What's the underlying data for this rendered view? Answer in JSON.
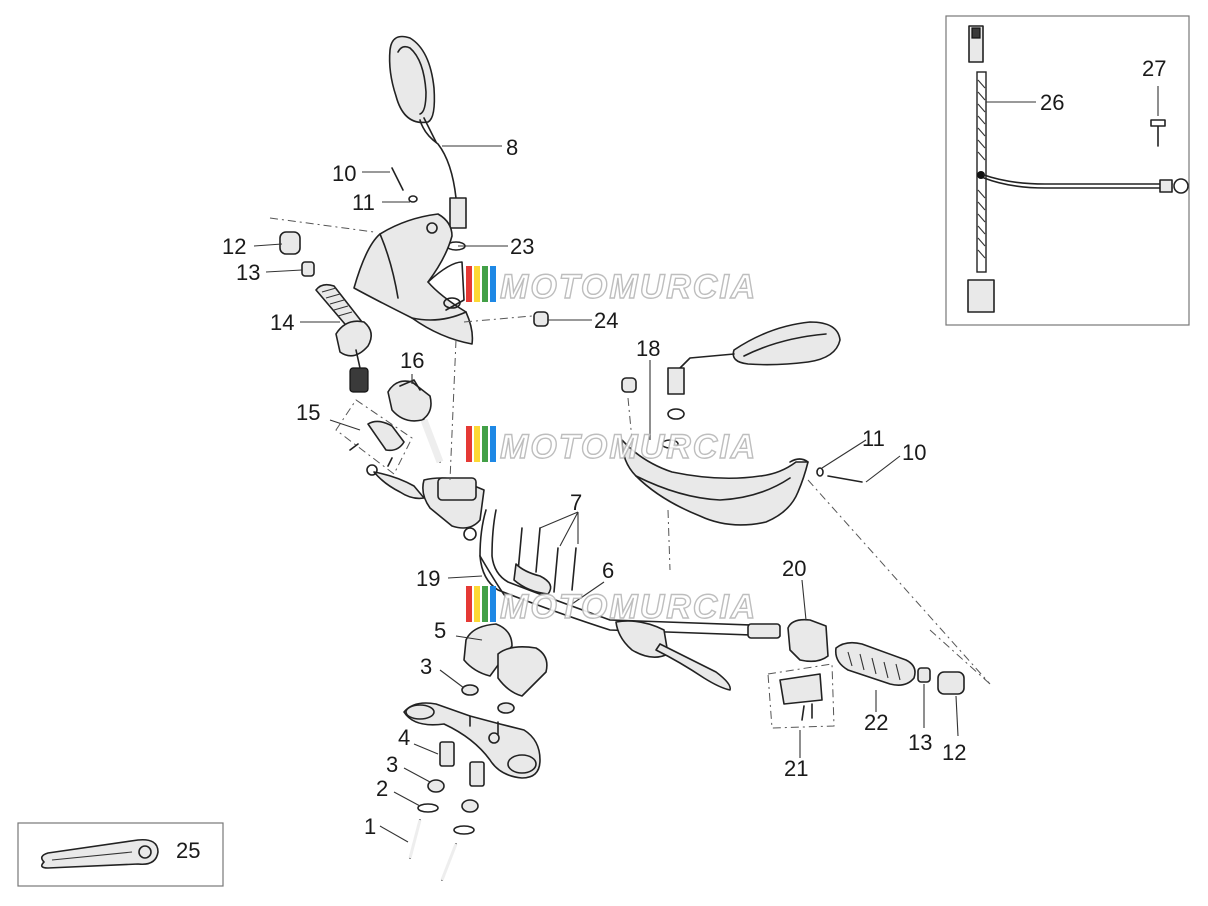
{
  "watermark": {
    "text": "MOTOMURCIA",
    "stripe_colors": [
      "#e53935",
      "#fdd835",
      "#43a047",
      "#1e88e5"
    ]
  },
  "callouts": [
    {
      "id": "c8",
      "text": "8"
    },
    {
      "id": "c10a",
      "text": "10"
    },
    {
      "id": "c11a",
      "text": "11"
    },
    {
      "id": "c12a",
      "text": "12"
    },
    {
      "id": "c13a",
      "text": "13"
    },
    {
      "id": "c23",
      "text": "23"
    },
    {
      "id": "c14",
      "text": "14"
    },
    {
      "id": "c24",
      "text": "24"
    },
    {
      "id": "c16",
      "text": "16"
    },
    {
      "id": "c18",
      "text": "18"
    },
    {
      "id": "c15",
      "text": "15"
    },
    {
      "id": "c11b",
      "text": "11"
    },
    {
      "id": "c10b",
      "text": "10"
    },
    {
      "id": "c7",
      "text": "7"
    },
    {
      "id": "c6",
      "text": "6"
    },
    {
      "id": "c19",
      "text": "19"
    },
    {
      "id": "c20",
      "text": "20"
    },
    {
      "id": "c5",
      "text": "5"
    },
    {
      "id": "c3a",
      "text": "3"
    },
    {
      "id": "c4",
      "text": "4"
    },
    {
      "id": "c3b",
      "text": "3"
    },
    {
      "id": "c2",
      "text": "2"
    },
    {
      "id": "c1",
      "text": "1"
    },
    {
      "id": "c22",
      "text": "22"
    },
    {
      "id": "c13b",
      "text": "13"
    },
    {
      "id": "c12b",
      "text": "12"
    },
    {
      "id": "c21",
      "text": "21"
    },
    {
      "id": "c26",
      "text": "26"
    },
    {
      "id": "c27",
      "text": "27"
    },
    {
      "id": "c25",
      "text": "25"
    }
  ]
}
